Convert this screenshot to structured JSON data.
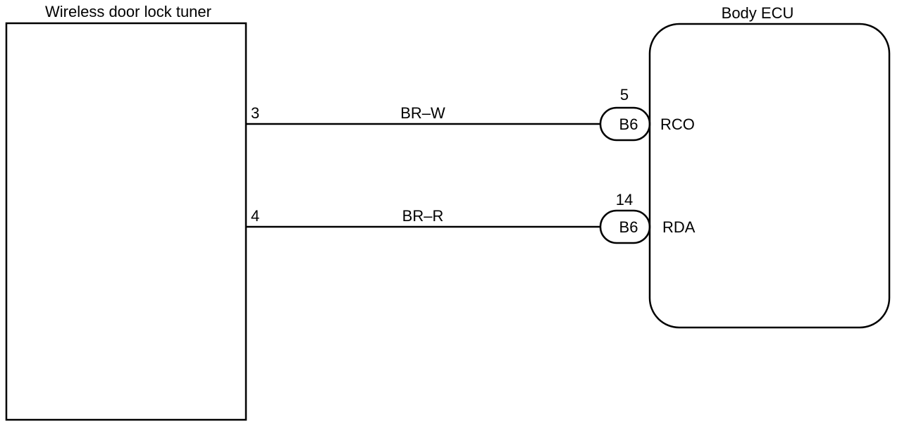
{
  "components": {
    "tuner": {
      "name": "Wireless door lock tuner"
    },
    "ecu": {
      "name": "Body ECU"
    }
  },
  "wires": [
    {
      "tuner_pin": "3",
      "color_code": "BR–W",
      "connector": "B6",
      "ecu_pin": "5",
      "ecu_terminal": "RCO"
    },
    {
      "tuner_pin": "4",
      "color_code": "BR–R",
      "connector": "B6",
      "ecu_pin": "14",
      "ecu_terminal": "RDA"
    }
  ],
  "colors": {
    "line": "#000000",
    "background": "#ffffff"
  }
}
